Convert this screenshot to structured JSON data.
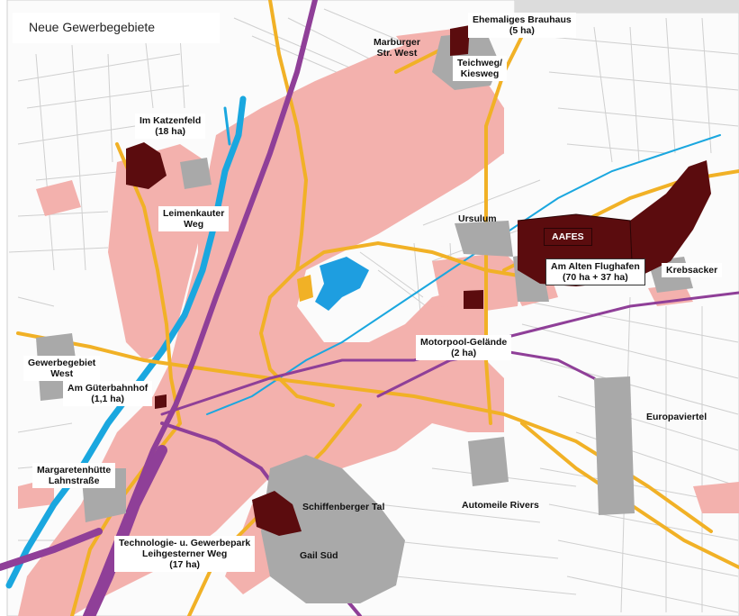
{
  "title": "Neue Gewerbegebiete",
  "colors": {
    "background": "#ffffff",
    "built_area": "#f3b1ad",
    "road_major": "#f1b126",
    "road_minor": "#c9c9c9",
    "railway": "#8f3f98",
    "river": "#1aa7df",
    "existing_commercial": "#a9a9a9",
    "new_commercial": "#5b0c0e",
    "water": "#1e9ee0"
  },
  "labels": {
    "ehemaliges_brauhaus": {
      "line1": "Ehemaliges Brauhaus",
      "line2": "(5 ha)"
    },
    "marburger_str_west": {
      "line1": "Marburger",
      "line2": "Str. West"
    },
    "teichweg_kiesweg": {
      "line1": "Teichweg/",
      "line2": "Kiesweg"
    },
    "im_katzenfeld": {
      "line1": "Im Katzenfeld",
      "line2": "(18 ha)"
    },
    "leimenkauter_weg": {
      "line1": "Leimenkauter",
      "line2": "Weg"
    },
    "ursulum": {
      "line1": "Ursulum"
    },
    "aafes": {
      "line1": "AAFES"
    },
    "am_alten_flughafen": {
      "line1": "Am Alten Flughafen",
      "line2": "(70 ha + 37 ha)"
    },
    "krebsacker": {
      "line1": "Krebsacker"
    },
    "motorpool": {
      "line1": "Motorpool-Gelände",
      "line2": "(2 ha)"
    },
    "gewerbegebiet_west": {
      "line1": "Gewerbegebiet",
      "line2": "West"
    },
    "am_gueterbahnhof": {
      "line1": "Am Güterbahnhof",
      "line2": "(1,1 ha)"
    },
    "europaviertel": {
      "line1": "Europaviertel"
    },
    "margaretenhuette": {
      "line1": "Margaretenhütte",
      "line2": "Lahnstraße"
    },
    "schiffenberger_tal": {
      "line1": "Schiffenberger Tal"
    },
    "automeile_rivers": {
      "line1": "Automeile Rivers"
    },
    "technologiepark": {
      "line1": "Technologie- u. Gewerbepark",
      "line2": "Leihgesterner Weg",
      "line3": "(17 ha)"
    },
    "gail_sued": {
      "line1": "Gail Süd"
    }
  }
}
